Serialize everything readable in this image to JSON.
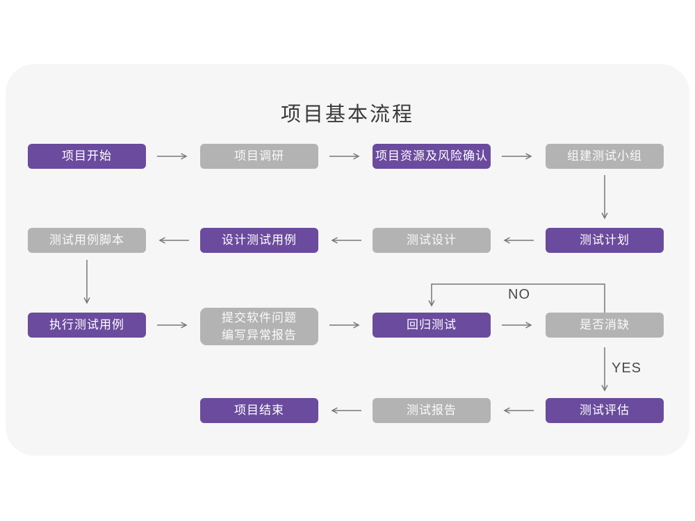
{
  "title": "项目基本流程",
  "edge_labels": {
    "no": "NO",
    "yes": "YES"
  },
  "colors": {
    "page_background": "#FFFFFF",
    "card_background": "#F6F6F6",
    "node_purple": "#6A4B9D",
    "node_gray": "#B3B3B3",
    "node_text": "#FFFFFF",
    "arrow": "#777777",
    "title_text": "#3A3A3A",
    "edge_label_text": "#4A4A4A"
  },
  "nodes": [
    {
      "id": "project-start",
      "label": "项目开始",
      "variant": "purple"
    },
    {
      "id": "project-research",
      "label": "项目调研",
      "variant": "gray"
    },
    {
      "id": "resources-risk-confirm",
      "label": "项目资源及风险确认",
      "variant": "purple"
    },
    {
      "id": "build-test-team",
      "label": "组建测试小组",
      "variant": "gray"
    },
    {
      "id": "test-plan",
      "label": "测试计划",
      "variant": "purple"
    },
    {
      "id": "test-design",
      "label": "测试设计",
      "variant": "gray"
    },
    {
      "id": "design-test-cases",
      "label": "设计测试用例",
      "variant": "purple"
    },
    {
      "id": "test-case-scripts",
      "label": "测试用例脚本",
      "variant": "gray"
    },
    {
      "id": "execute-test-cases",
      "label": "执行测试用例",
      "variant": "purple"
    },
    {
      "id": "submit-issues-report",
      "label": "提交软件问题\n编写异常报告",
      "variant": "gray"
    },
    {
      "id": "regression-test",
      "label": "回归测试",
      "variant": "purple"
    },
    {
      "id": "defect-resolved",
      "label": "是否消缺",
      "variant": "gray"
    },
    {
      "id": "test-evaluation",
      "label": "测试评估",
      "variant": "purple"
    },
    {
      "id": "test-report",
      "label": "测试报告",
      "variant": "gray"
    },
    {
      "id": "project-end",
      "label": "项目结束",
      "variant": "purple"
    }
  ],
  "edges": [
    {
      "from": "project-start",
      "to": "project-research",
      "label": ""
    },
    {
      "from": "project-research",
      "to": "resources-risk-confirm",
      "label": ""
    },
    {
      "from": "resources-risk-confirm",
      "to": "build-test-team",
      "label": ""
    },
    {
      "from": "build-test-team",
      "to": "test-plan",
      "label": ""
    },
    {
      "from": "test-plan",
      "to": "test-design",
      "label": ""
    },
    {
      "from": "test-design",
      "to": "design-test-cases",
      "label": ""
    },
    {
      "from": "design-test-cases",
      "to": "test-case-scripts",
      "label": ""
    },
    {
      "from": "test-case-scripts",
      "to": "execute-test-cases",
      "label": ""
    },
    {
      "from": "execute-test-cases",
      "to": "submit-issues-report",
      "label": ""
    },
    {
      "from": "submit-issues-report",
      "to": "regression-test",
      "label": ""
    },
    {
      "from": "regression-test",
      "to": "defect-resolved",
      "label": ""
    },
    {
      "from": "defect-resolved",
      "to": "regression-test",
      "label": "NO"
    },
    {
      "from": "defect-resolved",
      "to": "test-evaluation",
      "label": "YES"
    },
    {
      "from": "test-evaluation",
      "to": "test-report",
      "label": ""
    },
    {
      "from": "test-report",
      "to": "project-end",
      "label": ""
    }
  ]
}
